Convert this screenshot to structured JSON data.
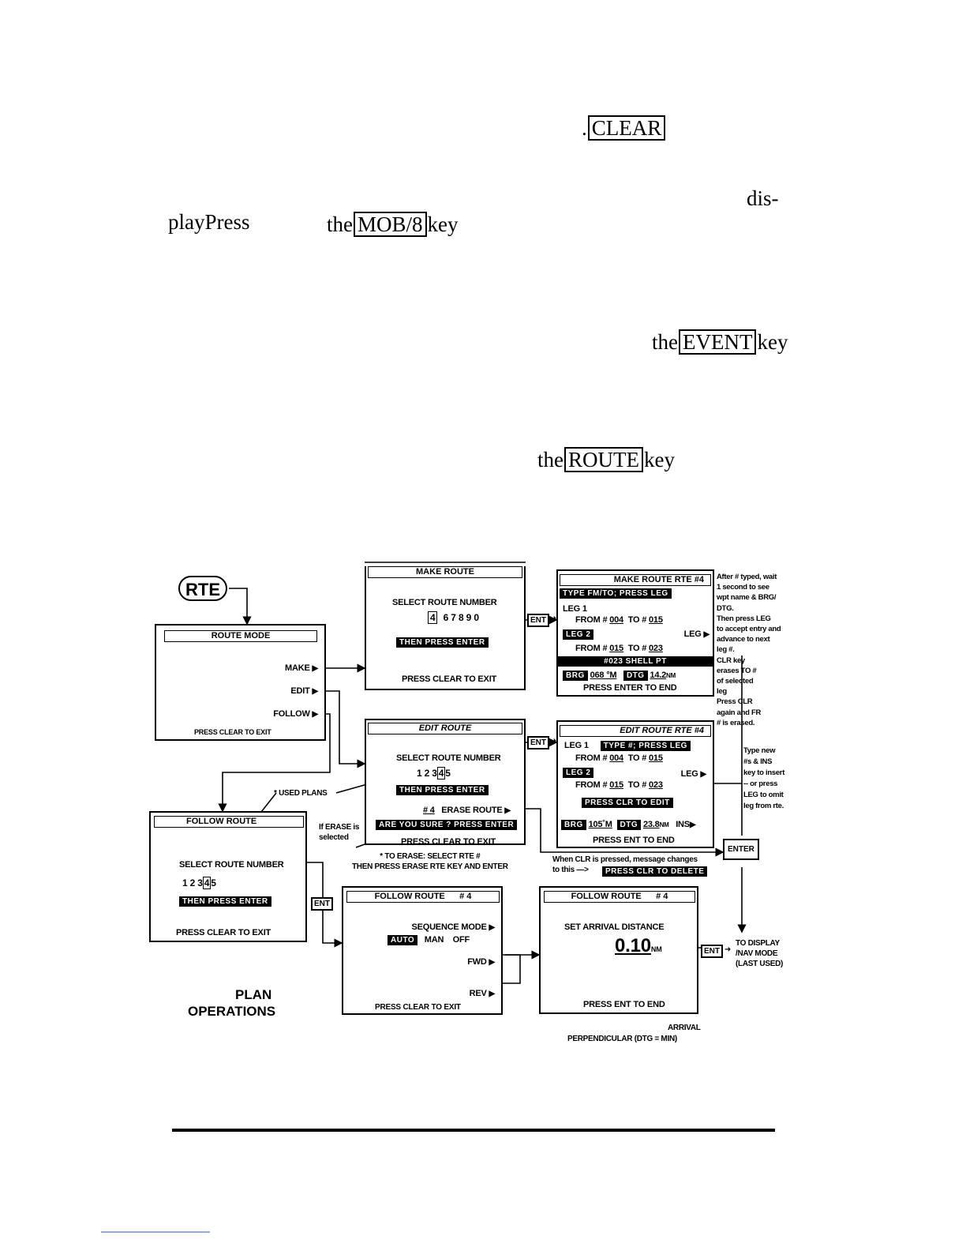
{
  "text_fragments": {
    "clear_prefix": ".",
    "clear_key": "CLEAR",
    "dis": "dis-",
    "play_press": "playPress",
    "the1": "the",
    "mob_key": "MOB/8",
    "key1": "key",
    "the2": "the",
    "event_key": "EVENT",
    "key2": "key",
    "the3": "the",
    "route_key": "ROUTE",
    "key3": "key"
  },
  "diagram": {
    "rte_button": "RTE",
    "route_mode": {
      "title": "ROUTE MODE",
      "make": "MAKE",
      "edit": "EDIT",
      "follow": "FOLLOW",
      "exit": "PRESS CLEAR TO EXIT"
    },
    "make_route": {
      "title": "MAKE ROUTE",
      "select": "SELECT ROUTE NUMBER",
      "selected_digit": "4",
      "digits": "67890",
      "then_press": "THEN PRESS ENTER",
      "exit": "PRESS CLEAR TO EXIT"
    },
    "make_route_rte": {
      "title": "MAKE ROUTE     RTE #4",
      "type_fm": "TYPE FM/TO; PRESS LEG",
      "leg1": "LEG 1",
      "from1": "FROM #",
      "from1_wp": "004",
      "to1": "TO #",
      "to1_wp": "015",
      "leg2": "LEG 2",
      "leg_label": "LEG",
      "from2": "FROM #",
      "from2_wp": "015",
      "to2": "TO #",
      "to2_wp": "023",
      "wpt_name": "#023 SHELL PT",
      "brg_label": "BRG",
      "brg_value": "068 °M",
      "dtg_label": "DTG",
      "dtg_value": "14.2",
      "dtg_unit": "NM",
      "end": "PRESS ENTER TO END"
    },
    "edit_route": {
      "title": "EDIT ROUTE",
      "select": "SELECT ROUTE NUMBER",
      "digits_pre": "1 2 3",
      "selected_digit": "4",
      "digits_post": "5",
      "then_press": "THEN PRESS ENTER",
      "erase_num": "# 4",
      "erase_route": "ERASE ROUTE",
      "are_you_sure": "ARE YOU SURE ? PRESS ENTER",
      "exit": "PRESS CLEAR TO EXIT"
    },
    "edit_route_rte": {
      "title": "EDIT ROUTE     RTE #4",
      "leg1": "LEG 1",
      "type_press": "TYPE #; PRESS LEG",
      "from1": "FROM #",
      "from1_wp": "004",
      "to1": "TO #",
      "to1_wp": "015",
      "leg2": "LEG 2",
      "leg_label": "LEG",
      "from2": "FROM #",
      "from2_wp": "015",
      "to2": "TO #",
      "to2_wp": "023",
      "press_clr": "PRESS CLR TO EDIT",
      "brg_label": "BRG",
      "brg_value": "105˚M",
      "dtg_label": "DTG",
      "dtg_value": "23.8",
      "dtg_unit": "NM",
      "ins": "INS",
      "end": "PRESS ENT TO END"
    },
    "follow_route_left": {
      "title": "FOLLOW ROUTE",
      "select": "SELECT ROUTE NUMBER",
      "digits_pre": "1 2 3",
      "selected_digit": "4",
      "digits_post": "5",
      "then_press": "THEN PRESS ENTER",
      "exit": "PRESS CLEAR TO EXIT"
    },
    "follow_route_mid": {
      "title": "FOLLOW ROUTE",
      "num": "# 4",
      "sequence": "SEQUENCE MODE",
      "auto": "AUTO",
      "man": "MAN",
      "off": "OFF",
      "fwd": "FWD",
      "rev": "REV",
      "exit": "PRESS CLEAR TO EXIT"
    },
    "follow_route_right": {
      "title": "FOLLOW ROUTE",
      "num": "# 4",
      "set_arrival": "SET ARRIVAL DISTANCE",
      "value": "0.10",
      "unit": "NM",
      "end": "PRESS ENT TO END"
    },
    "keys": {
      "ent": "ENT",
      "enter": "ENTER"
    },
    "notes": {
      "used_plans": "* USED PLANS",
      "if_erase": "If ERASE is\nselected",
      "to_erase": "* TO ERASE: SELECT RTE #\nTHEN PRESS ERASE RTE KEY AND ENTER",
      "when_clr": "When CLR is pressed, message changes\nto this —>",
      "when_clr_inv": "PRESS CLR TO DELETE",
      "after_typed": "After # typed, wait\n1 second to see\nwpt name & BRG/\nDTG.\nThen press LEG\nto accept entry and\nadvance to next\nleg #.\nCLR key\nerases TO #\nof selected\nleg\nPress CLR\nagain and FR\n# is erased.",
      "type_new": "Type new\n#s & INS\nkey to insert\n-- or press\nLEG to omit\nleg from rte.",
      "to_display": "TO DISPLAY\n/NAV MODE\n(LAST USED)",
      "plan": "PLAN",
      "operations": "OPERATIONS",
      "arrival": "ARRIVAL",
      "perpendicular": "PERPENDICULAR (DTG = MIN)"
    }
  }
}
